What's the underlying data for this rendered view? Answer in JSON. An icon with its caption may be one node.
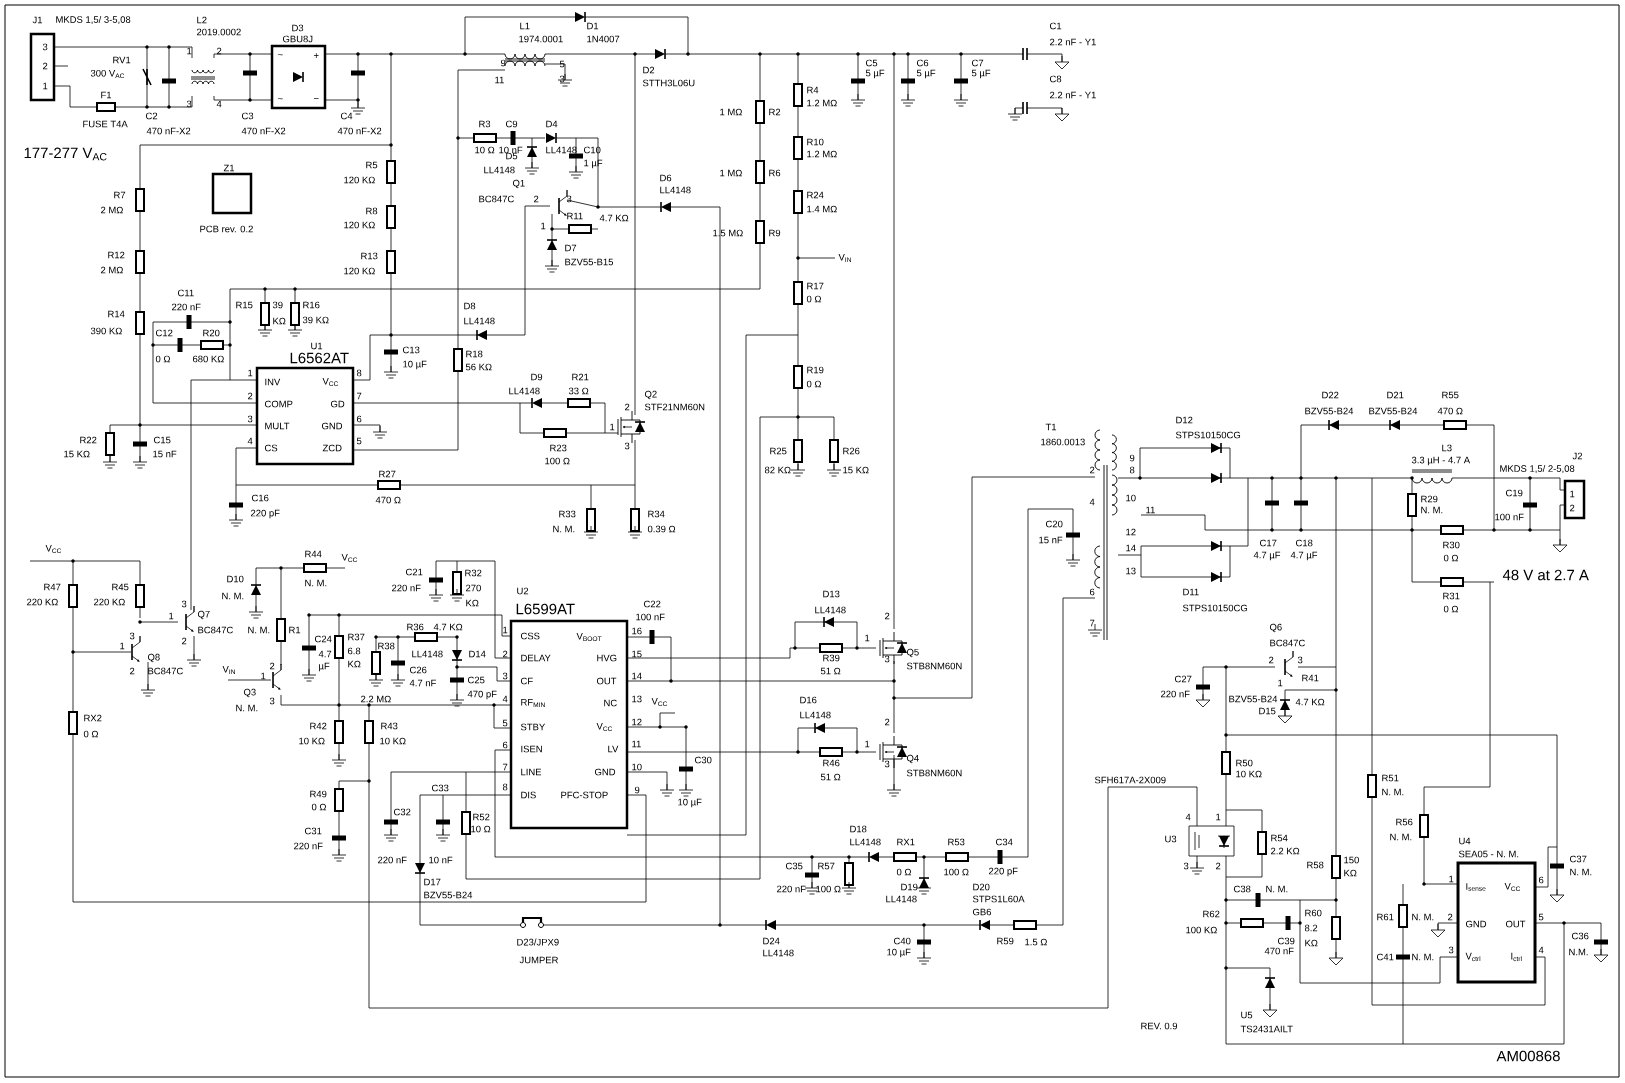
{
  "diagram": {
    "labels": [
      "J1",
      "MKDS 1,5/ 3-5,08",
      "3",
      "2",
      "1",
      "RV1",
      "300 V$_{AC}$",
      "F1",
      "FUSE T4A",
      "C2",
      "470 nF-X2",
      "L2",
      "2019.0002",
      "1",
      "2",
      "3",
      "4",
      "D3",
      "GBU8J",
      "~",
      "+",
      "~",
      "−",
      "C3",
      "470 nF-X2",
      "C4",
      "470 nF-X2",
      "177-277 V$_{AC}$",
      "Z1",
      "PCB rev. 0.2",
      "L1",
      "1974.0001",
      "9",
      "11",
      "5",
      "3",
      "D1",
      "1N4007",
      "D2",
      "STTH3L06U",
      "C5",
      "5 µF",
      "C6",
      "5 µF",
      "C7",
      "5 µF",
      "C1",
      "2.2 nF - Y1",
      "C8",
      "2.2 nF - Y1",
      "R3",
      "10 Ω",
      "C9",
      "10 nF",
      "D4",
      "LL4148",
      "D5",
      "LL4148",
      "C10",
      "1 µF",
      "Q1",
      "BC847C",
      "2",
      "3",
      "1",
      "R11",
      "4.7 KΩ",
      "D7",
      "BZV55-B15",
      "D6",
      "LL4148",
      "1 MΩ",
      "R2",
      "1 MΩ",
      "R6",
      "1.5 MΩ",
      "R9",
      "R4",
      "1.2 MΩ",
      "R10",
      "1.2 MΩ",
      "R24",
      "1.4 MΩ",
      "V$_{IN}$",
      "R17",
      "0 Ω",
      "R7",
      "2 MΩ",
      "R12",
      "2 MΩ",
      "R14",
      "390 KΩ",
      "R5",
      "120 KΩ",
      "R8",
      "120 KΩ",
      "R13",
      "120 KΩ",
      "C11",
      "220 nF",
      "R15",
      "39",
      "KΩ",
      "R16",
      "39 KΩ",
      "C12",
      "0 Ω",
      "R20",
      "680 KΩ",
      "U1",
      "L6562AT",
      "1",
      "INV",
      "V$_{CC}$",
      "8",
      "2",
      "COMP",
      "GD",
      "7",
      "3",
      "MULT",
      "GND",
      "6",
      "4",
      "CS",
      "ZCD",
      "5",
      "C13",
      "10 µF",
      "D8",
      "LL4148",
      "R18",
      "56 KΩ",
      "D9",
      "LL4148",
      "R21",
      "33 Ω",
      "Q2",
      "2",
      "STF21NM60N",
      "1",
      "R23",
      "3",
      "100 Ω",
      "R19",
      "0 Ω",
      "T1",
      "1860.0013",
      "D22",
      "BZV55-B24",
      "D21",
      "BZV55-B24",
      "R55",
      "470 Ω",
      "D12",
      "STPS10150CG",
      "R22",
      "15 KΩ",
      "C15",
      "15 nF",
      "R25",
      "82 KΩ",
      "R26",
      "15 KΩ",
      "L3",
      "3.3 µH - 4.7 A",
      "J2",
      "MKDS 1,5/ 2-5,08",
      "9",
      "2",
      "8",
      "4",
      "10",
      "11",
      "12",
      "14",
      "13",
      "6",
      "7",
      "R27",
      "470 Ω",
      "1",
      "2",
      "C19",
      "100 nF",
      "R29",
      "N. M.",
      "C16",
      "220 pF",
      "R33",
      "N. M.",
      "R34",
      "0.39 Ω",
      "C20",
      "15 nF",
      "C17",
      "4.7 µF",
      "C18",
      "4.7 µF",
      "R30",
      "0 Ω",
      "V$_{CC}$",
      "R44",
      "V$_{CC}$",
      "C21",
      "220 nF",
      "R32",
      "270",
      "KΩ",
      "48 V at 2.7 A",
      "D10",
      "N. M.",
      "N. M.",
      "R47",
      "220 KΩ",
      "R45",
      "220 KΩ",
      "U2",
      "L6599AT",
      "D11",
      "STPS10150CG",
      "R31",
      "0 Ω",
      "C22",
      "100 nF",
      "D13",
      "LL4148",
      "3",
      "1",
      "Q7",
      "BC847C",
      "2",
      "2",
      "1",
      "3",
      "Q5",
      "STB8NM60N",
      "Q6",
      "BC847C",
      "N. M.",
      "R1",
      "R36",
      "4.7 KΩ",
      "1",
      "CSS",
      "V$_{BOOT}$",
      "16",
      "2",
      "DELAY",
      "HVG",
      "15",
      "3",
      "CF",
      "OUT",
      "14",
      "4",
      "RF$_{MIN}$",
      "NC",
      "13",
      "5",
      "STBY",
      "V$_{CC}$",
      "12",
      "6",
      "ISEN",
      "LV",
      "11",
      "7",
      "LINE",
      "GND",
      "10",
      "8",
      "DIS",
      "PFC-STOP",
      "9",
      "C24",
      "4.7",
      "µF",
      "R37",
      "6.8",
      "KΩ",
      "R38",
      "LL4148",
      "D14",
      "R39",
      "51 Ω",
      "2",
      "3",
      "1",
      "3",
      "1",
      "Q8",
      "2",
      "BC847C",
      "V$_{IN}$",
      "2",
      "1",
      "Q3",
      "3",
      "N. M.",
      "C26",
      "4.7 nF",
      "C25",
      "470 pF",
      "C27",
      "220 nF",
      "R41",
      "BZV55-B24",
      "4.7 KΩ",
      "D15",
      "2.2 MΩ",
      "D16",
      "LL4148",
      "V$_{CC}$",
      "RX2",
      "0 Ω",
      "2",
      "1",
      "3",
      "Q4",
      "STB8NM60N",
      "R42",
      "10 KΩ",
      "R43",
      "10 KΩ",
      "C30",
      "10 µF",
      "R46",
      "51 Ω",
      "R50",
      "10 KΩ",
      "SFH617A-2X009",
      "R51",
      "N. M.",
      "C33",
      "R49",
      "0 Ω",
      "C32",
      "R52",
      "10 Ω",
      "U3",
      "4",
      "1",
      "3",
      "2",
      "R54",
      "2.2 KΩ",
      "R56",
      "N. M.",
      "U4",
      "SEA05 - N. M.",
      "C37",
      "N. M.",
      "R58",
      "150",
      "KΩ",
      "D18",
      "LL4148",
      "RX1",
      "R53",
      "C34",
      "C31",
      "220 nF",
      "220 nF",
      "10 nF",
      "C35",
      "R57",
      "220 nF",
      "100 Ω",
      "0 Ω",
      "100 Ω",
      "220 pF",
      "D17",
      "BZV55-B24",
      "D19",
      "LL4148",
      "D20",
      "STPS1L60A",
      "GB6",
      "C38",
      "N. M.",
      "1",
      "I$_{sense}$",
      "V$_{CC}$",
      "6",
      "R62",
      "100 KΩ",
      "R60",
      "8.2",
      "KΩ",
      "R61",
      "N. M.",
      "2",
      "GND",
      "OUT",
      "5",
      "C36",
      "N.M.",
      "C39",
      "470 nF",
      "D23/JPX9",
      "D24",
      "LL4148",
      "C40",
      "10 µF",
      "R59",
      "1.5 Ω",
      "JUMPER",
      "C41",
      "N. M.",
      "3",
      "V$_{ctrl}$",
      "I$_{ctrl}$",
      "4",
      "U5",
      "REV. 0.9",
      "TS2431AILT",
      "AM00868"
    ]
  }
}
